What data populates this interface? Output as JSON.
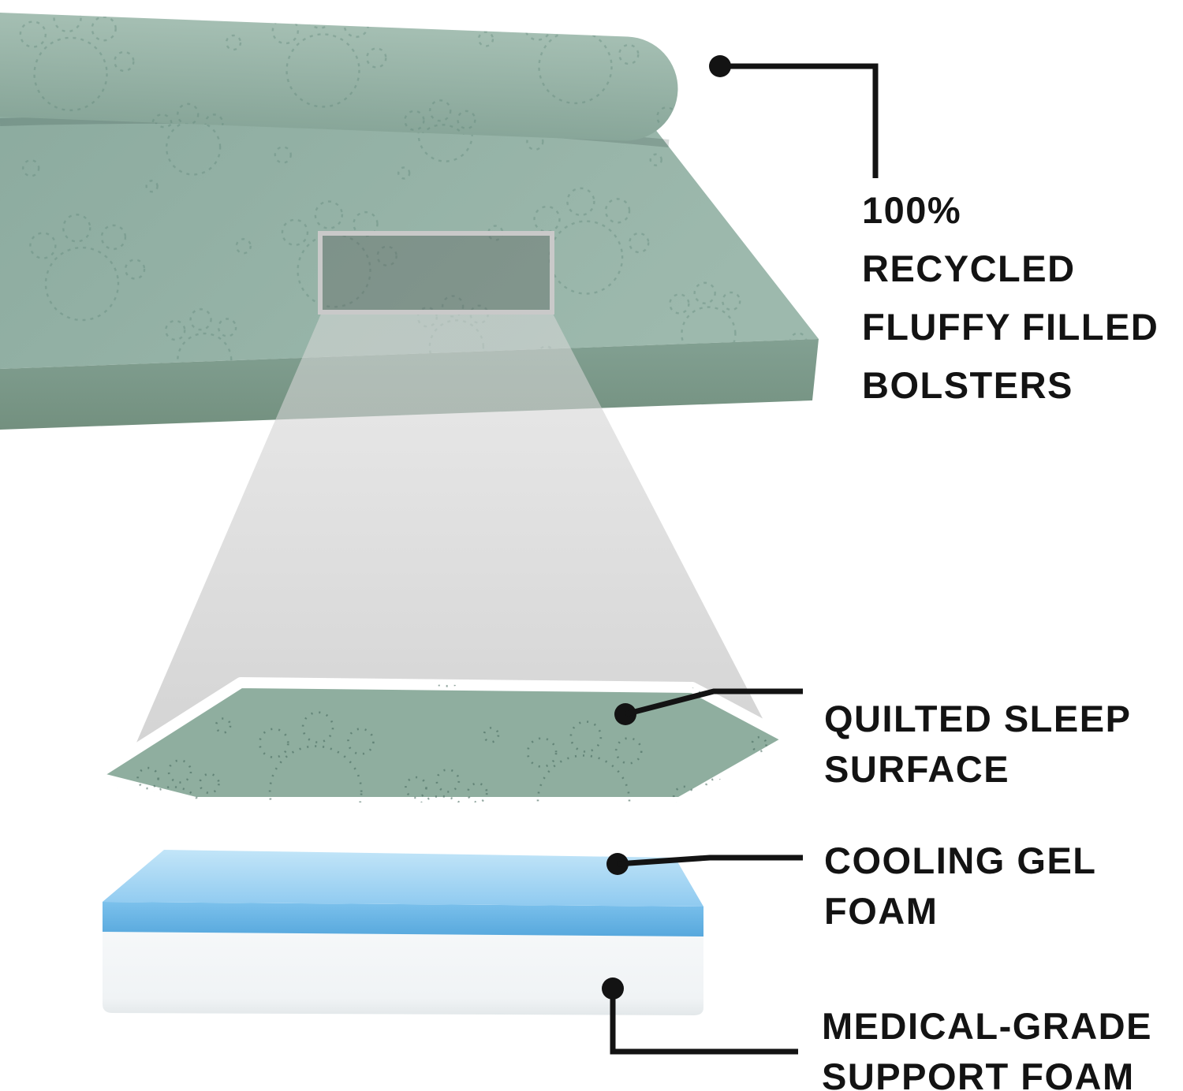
{
  "colors": {
    "background": "#ffffff",
    "bed": "#93b0a4",
    "bed-light": "#9cb8ac",
    "bed-dark": "#7e9a8e",
    "bolster": "#9fbaae",
    "quilt-stitch": "#5d8376",
    "overlay-gray": "#cfcfcf",
    "gel-blue": "#7cc1ec",
    "gel-blue-light": "#c2e5f8",
    "foam-white": "#f8fafb",
    "callout": "#131313"
  },
  "callouts": [
    {
      "id": "bolsters",
      "label": "100% RECYCLED\nFLUFFY FILLED\nBOLSTERS"
    },
    {
      "id": "quilted-sleep-surface",
      "label": "QUILTED SLEEP\nSURFACE"
    },
    {
      "id": "cooling-gel-foam",
      "label": "COOLING GEL\nFOAM"
    },
    {
      "id": "medical-grade-support-foam",
      "label": "MEDICAL-GRADE\nSUPPORT FOAM"
    }
  ]
}
